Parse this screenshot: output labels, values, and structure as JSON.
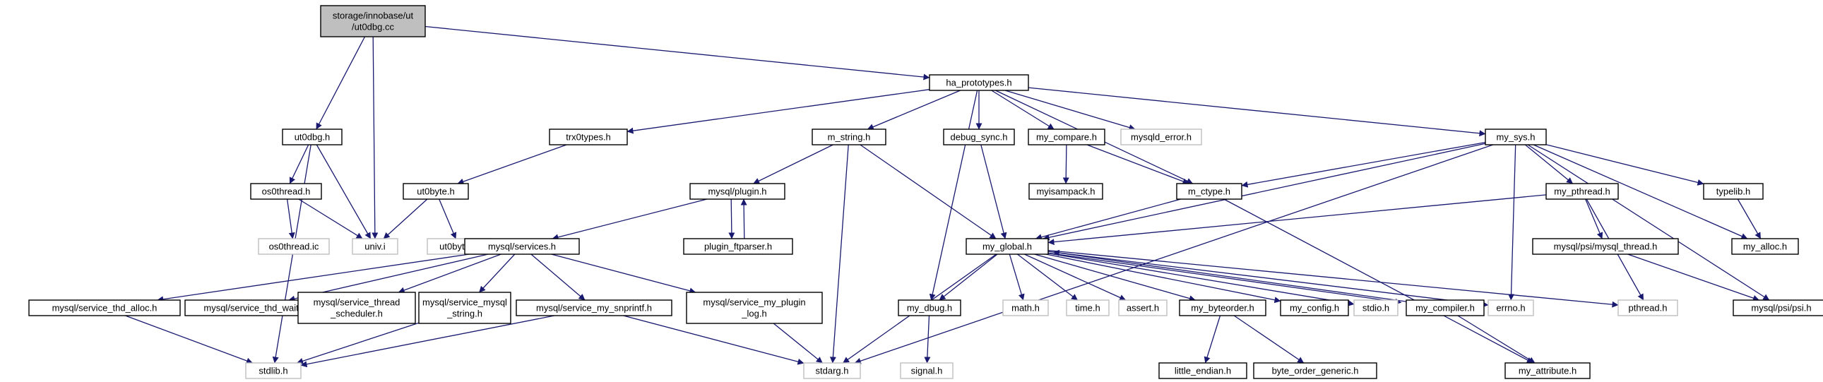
{
  "colors": {
    "edge": "#191970",
    "node_border": "#000000",
    "missing_border": "#bfbfbf",
    "root_fill": "#bfbfbf",
    "node_fill": "#ffffff",
    "text": "#000000"
  },
  "nodes": [
    {
      "id": "ut0dbg_cc",
      "lines": [
        "storage/innobase/ut",
        "/ut0dbg.cc"
      ],
      "kind": "root"
    },
    {
      "id": "ha_prototypes",
      "lines": [
        "ha_prototypes.h"
      ],
      "kind": "file"
    },
    {
      "id": "ut0dbg_h",
      "lines": [
        "ut0dbg.h"
      ],
      "kind": "file"
    },
    {
      "id": "trx0types",
      "lines": [
        "trx0types.h"
      ],
      "kind": "file"
    },
    {
      "id": "m_string",
      "lines": [
        "m_string.h"
      ],
      "kind": "file"
    },
    {
      "id": "debug_sync",
      "lines": [
        "debug_sync.h"
      ],
      "kind": "file"
    },
    {
      "id": "my_compare",
      "lines": [
        "my_compare.h"
      ],
      "kind": "file"
    },
    {
      "id": "mysqld_error",
      "lines": [
        "mysqld_error.h"
      ],
      "kind": "missing"
    },
    {
      "id": "my_sys",
      "lines": [
        "my_sys.h"
      ],
      "kind": "file"
    },
    {
      "id": "os0thread_h",
      "lines": [
        "os0thread.h"
      ],
      "kind": "file"
    },
    {
      "id": "ut0byte_h",
      "lines": [
        "ut0byte.h"
      ],
      "kind": "file"
    },
    {
      "id": "mysql_plugin",
      "lines": [
        "mysql/plugin.h"
      ],
      "kind": "file"
    },
    {
      "id": "myisampack",
      "lines": [
        "myisampack.h"
      ],
      "kind": "file"
    },
    {
      "id": "m_ctype",
      "lines": [
        "m_ctype.h"
      ],
      "kind": "file"
    },
    {
      "id": "my_pthread",
      "lines": [
        "my_pthread.h"
      ],
      "kind": "file"
    },
    {
      "id": "typelib",
      "lines": [
        "typelib.h"
      ],
      "kind": "file"
    },
    {
      "id": "os0thread_ic",
      "lines": [
        "os0thread.ic"
      ],
      "kind": "missing"
    },
    {
      "id": "univ_i",
      "lines": [
        "univ.i"
      ],
      "kind": "missing"
    },
    {
      "id": "ut0byte_ic",
      "lines": [
        "ut0byte.ic"
      ],
      "kind": "missing"
    },
    {
      "id": "mysql_services",
      "lines": [
        "mysql/services.h"
      ],
      "kind": "file"
    },
    {
      "id": "plugin_ftparser",
      "lines": [
        "plugin_ftparser.h"
      ],
      "kind": "file"
    },
    {
      "id": "my_global",
      "lines": [
        "my_global.h"
      ],
      "kind": "file"
    },
    {
      "id": "psi_mysql_thread",
      "lines": [
        "mysql/psi/mysql_thread.h"
      ],
      "kind": "file"
    },
    {
      "id": "my_alloc",
      "lines": [
        "my_alloc.h"
      ],
      "kind": "file"
    },
    {
      "id": "svc_thd_alloc",
      "lines": [
        "mysql/service_thd_alloc.h"
      ],
      "kind": "file"
    },
    {
      "id": "svc_thd_wait",
      "lines": [
        "mysql/service_thd_wait.h"
      ],
      "kind": "file"
    },
    {
      "id": "svc_thread_sched",
      "lines": [
        "mysql/service_thread",
        "_scheduler.h"
      ],
      "kind": "file"
    },
    {
      "id": "svc_mysql_string",
      "lines": [
        "mysql/service_mysql",
        "_string.h"
      ],
      "kind": "file"
    },
    {
      "id": "svc_my_snprintf",
      "lines": [
        "mysql/service_my_snprintf.h"
      ],
      "kind": "file"
    },
    {
      "id": "svc_plugin_log",
      "lines": [
        "mysql/service_my_plugin",
        "_log.h"
      ],
      "kind": "file"
    },
    {
      "id": "my_dbug",
      "lines": [
        "my_dbug.h"
      ],
      "kind": "file"
    },
    {
      "id": "math_h",
      "lines": [
        "math.h"
      ],
      "kind": "missing"
    },
    {
      "id": "time_h",
      "lines": [
        "time.h"
      ],
      "kind": "missing"
    },
    {
      "id": "assert_h",
      "lines": [
        "assert.h"
      ],
      "kind": "missing"
    },
    {
      "id": "my_byteorder",
      "lines": [
        "my_byteorder.h"
      ],
      "kind": "file"
    },
    {
      "id": "my_config",
      "lines": [
        "my_config.h"
      ],
      "kind": "file"
    },
    {
      "id": "stdio_h",
      "lines": [
        "stdio.h"
      ],
      "kind": "missing"
    },
    {
      "id": "my_compiler",
      "lines": [
        "my_compiler.h"
      ],
      "kind": "file"
    },
    {
      "id": "errno_h",
      "lines": [
        "errno.h"
      ],
      "kind": "missing"
    },
    {
      "id": "pthread_h",
      "lines": [
        "pthread.h"
      ],
      "kind": "missing"
    },
    {
      "id": "psi_psi",
      "lines": [
        "mysql/psi/psi.h"
      ],
      "kind": "file"
    },
    {
      "id": "stdlib_h",
      "lines": [
        "stdlib.h"
      ],
      "kind": "missing"
    },
    {
      "id": "stdarg_h",
      "lines": [
        "stdarg.h"
      ],
      "kind": "missing"
    },
    {
      "id": "signal_h",
      "lines": [
        "signal.h"
      ],
      "kind": "missing"
    },
    {
      "id": "little_endian",
      "lines": [
        "little_endian.h"
      ],
      "kind": "file"
    },
    {
      "id": "byte_order_generic",
      "lines": [
        "byte_order_generic.h"
      ],
      "kind": "file"
    },
    {
      "id": "my_attribute",
      "lines": [
        "my_attribute.h"
      ],
      "kind": "file"
    }
  ],
  "edges": [
    [
      "ut0dbg_cc",
      "ha_prototypes"
    ],
    [
      "ut0dbg_cc",
      "ut0dbg_h"
    ],
    [
      "ut0dbg_cc",
      "univ_i"
    ],
    [
      "ha_prototypes",
      "trx0types"
    ],
    [
      "ha_prototypes",
      "m_string"
    ],
    [
      "ha_prototypes",
      "debug_sync"
    ],
    [
      "ha_prototypes",
      "my_compare"
    ],
    [
      "ha_prototypes",
      "mysqld_error"
    ],
    [
      "ha_prototypes",
      "my_sys"
    ],
    [
      "ha_prototypes",
      "my_dbug"
    ],
    [
      "ha_prototypes",
      "m_ctype"
    ],
    [
      "ut0dbg_h",
      "os0thread_h"
    ],
    [
      "ut0dbg_h",
      "univ_i"
    ],
    [
      "ut0dbg_h",
      "stdlib_h"
    ],
    [
      "trx0types",
      "ut0byte_h"
    ],
    [
      "ut0byte_h",
      "univ_i"
    ],
    [
      "ut0byte_h",
      "ut0byte_ic"
    ],
    [
      "os0thread_h",
      "univ_i"
    ],
    [
      "os0thread_h",
      "os0thread_ic"
    ],
    [
      "m_string",
      "mysql_plugin"
    ],
    [
      "m_string",
      "my_global"
    ],
    [
      "m_string",
      "stdarg_h"
    ],
    [
      "debug_sync",
      "my_global"
    ],
    [
      "my_compare",
      "myisampack"
    ],
    [
      "my_compare",
      "m_ctype"
    ],
    [
      "my_sys",
      "m_ctype"
    ],
    [
      "my_sys",
      "my_global"
    ],
    [
      "my_sys",
      "my_pthread"
    ],
    [
      "my_sys",
      "typelib"
    ],
    [
      "my_sys",
      "my_alloc"
    ],
    [
      "my_sys",
      "psi_psi"
    ],
    [
      "my_sys",
      "errno_h"
    ],
    [
      "my_sys",
      "stdarg_h"
    ],
    [
      "mysql_plugin",
      "plugin_ftparser"
    ],
    [
      "mysql_plugin",
      "mysql_services"
    ],
    [
      "plugin_ftparser",
      "mysql_plugin"
    ],
    [
      "m_ctype",
      "my_global"
    ],
    [
      "m_ctype",
      "my_attribute"
    ],
    [
      "my_pthread",
      "my_global"
    ],
    [
      "my_pthread",
      "psi_mysql_thread"
    ],
    [
      "my_pthread",
      "pthread_h"
    ],
    [
      "typelib",
      "my_alloc"
    ],
    [
      "psi_mysql_thread",
      "psi_psi"
    ],
    [
      "mysql_services",
      "svc_thd_alloc"
    ],
    [
      "mysql_services",
      "svc_thd_wait"
    ],
    [
      "mysql_services",
      "svc_thread_sched"
    ],
    [
      "mysql_services",
      "svc_mysql_string"
    ],
    [
      "mysql_services",
      "svc_my_snprintf"
    ],
    [
      "mysql_services",
      "svc_plugin_log"
    ],
    [
      "svc_thd_alloc",
      "stdlib_h"
    ],
    [
      "svc_mysql_string",
      "stdlib_h"
    ],
    [
      "svc_my_snprintf",
      "stdlib_h"
    ],
    [
      "svc_my_snprintf",
      "stdarg_h"
    ],
    [
      "svc_plugin_log",
      "stdarg_h"
    ],
    [
      "my_global",
      "my_dbug"
    ],
    [
      "my_global",
      "math_h"
    ],
    [
      "my_global",
      "time_h"
    ],
    [
      "my_global",
      "assert_h"
    ],
    [
      "my_global",
      "my_byteorder"
    ],
    [
      "my_global",
      "my_config"
    ],
    [
      "my_global",
      "stdio_h"
    ],
    [
      "my_global",
      "my_compiler"
    ],
    [
      "my_global",
      "errno_h"
    ],
    [
      "my_global",
      "pthread_h"
    ],
    [
      "my_global",
      "stdarg_h"
    ],
    [
      "my_compiler",
      "my_global"
    ],
    [
      "my_compiler",
      "my_attribute"
    ],
    [
      "my_dbug",
      "signal_h"
    ],
    [
      "my_byteorder",
      "little_endian"
    ],
    [
      "my_byteorder",
      "byte_order_generic"
    ]
  ]
}
